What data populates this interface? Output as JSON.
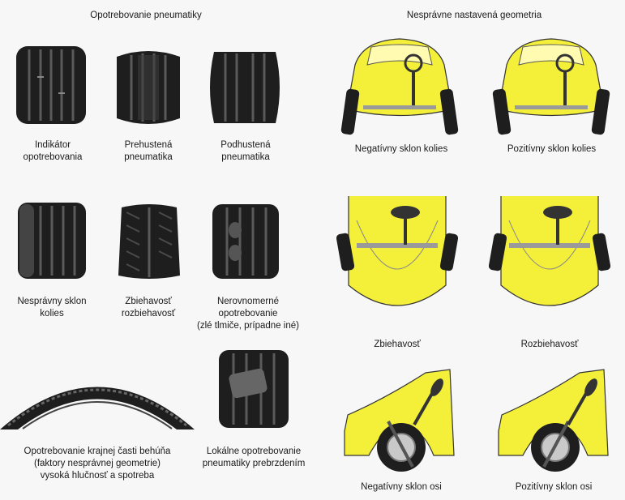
{
  "left_panel": {
    "title": "Opotrebovanie pneumatiky",
    "items": [
      {
        "lines": [
          "Indikátor",
          "opotrebovania"
        ]
      },
      {
        "lines": [
          "Prehustená",
          "pneumatika"
        ]
      },
      {
        "lines": [
          "Podhustená",
          "pneumatika"
        ]
      },
      {
        "lines": [
          "Nesprávny sklon",
          "kolies"
        ]
      },
      {
        "lines": [
          "Zbiehavosť",
          "rozbiehavosť"
        ]
      },
      {
        "lines": [
          "Nerovnomerné",
          "opotrebovanie",
          "(zlé tlmiče, prípadne iné)"
        ]
      },
      {
        "lines": [
          "Opotrebovanie krajnej časti behúňa",
          "(faktory nesprávnej geometrie)",
          "vysoká hlučnosť a spotreba"
        ]
      },
      {
        "lines": [
          "Lokálne opotrebovanie",
          "pneumatiky prebrzdením"
        ]
      }
    ]
  },
  "right_panel": {
    "title": "Nesprávne nastavená geometria",
    "items": [
      {
        "label": "Negatívny sklon kolies"
      },
      {
        "label": "Pozitívny sklon kolies"
      },
      {
        "label": "Zbiehavosť"
      },
      {
        "label": "Rozbiehavosť"
      },
      {
        "label": "Negatívny sklon osi"
      },
      {
        "label": "Pozitívny sklon osi"
      }
    ]
  },
  "colors": {
    "car_body": "#f4f03a",
    "tire": "#1e1e1e",
    "tread_groove": "#5a5a5a",
    "axle": "#9a9a9a"
  }
}
